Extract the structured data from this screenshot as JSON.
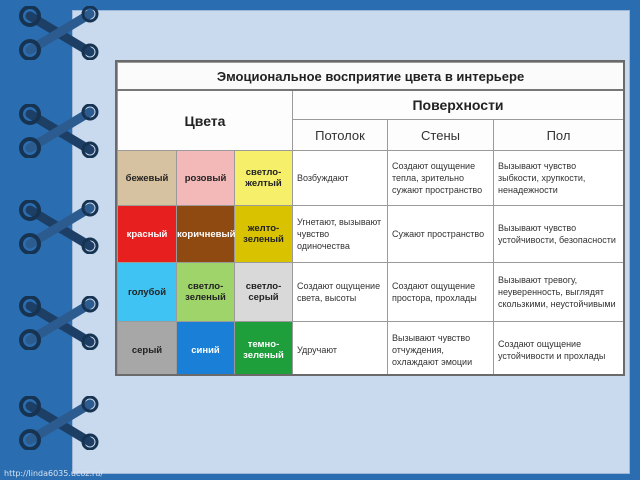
{
  "table": {
    "title": "Эмоциональное восприятие цвета в интерьере",
    "colors_header": "Цвета",
    "surfaces_header": "Поверхности",
    "surfaces": [
      "Потолок",
      "Стены",
      "Пол"
    ],
    "rows": [
      {
        "swatches": [
          {
            "label": "бежевый",
            "color": "#d6c2a0"
          },
          {
            "label": "розовый",
            "color": "#f3b8b8"
          },
          {
            "label": "светло-желтый",
            "color": "#f6ef6a"
          }
        ],
        "ceiling": "Возбуждают",
        "walls": "Создают ощущение тепла, зрительно сужают пространство",
        "floor": "Вызывают чувство зыбкости, хрупкости, ненадежности"
      },
      {
        "swatches": [
          {
            "label": "красный",
            "color": "#e81f1f"
          },
          {
            "label": "коричневый",
            "color": "#8f4a12"
          },
          {
            "label": "желто-зеленый",
            "color": "#d9c300"
          }
        ],
        "ceiling": "Угнетают, вызывают чувство одиночества",
        "walls": "Сужают пространство",
        "floor": "Вызывают чувство устойчивости, безопасности"
      },
      {
        "swatches": [
          {
            "label": "голубой",
            "color": "#3fc3f2"
          },
          {
            "label": "светло-зеленый",
            "color": "#9fd46a"
          },
          {
            "label": "светло-серый",
            "color": "#d9d9d9"
          }
        ],
        "ceiling": "Создают ощущение света, высоты",
        "walls": "Создают ощущение простора, прохлады",
        "floor": "Вызывают тревогу, неуверенность, выглядят скользкими, неустойчивыми"
      },
      {
        "swatches": [
          {
            "label": "серый",
            "color": "#a7a7a7"
          },
          {
            "label": "синий",
            "color": "#1a7fd6"
          },
          {
            "label": "темно-зеленый",
            "color": "#1f9e3c"
          }
        ],
        "ceiling": "Удручают",
        "walls": "Вызывают чувство отчуждения, охлаждают эмоции",
        "floor": "Создают ощущение устойчивости и прохлады"
      }
    ]
  },
  "watermark": "http://linda6035.ucoz.ru/"
}
